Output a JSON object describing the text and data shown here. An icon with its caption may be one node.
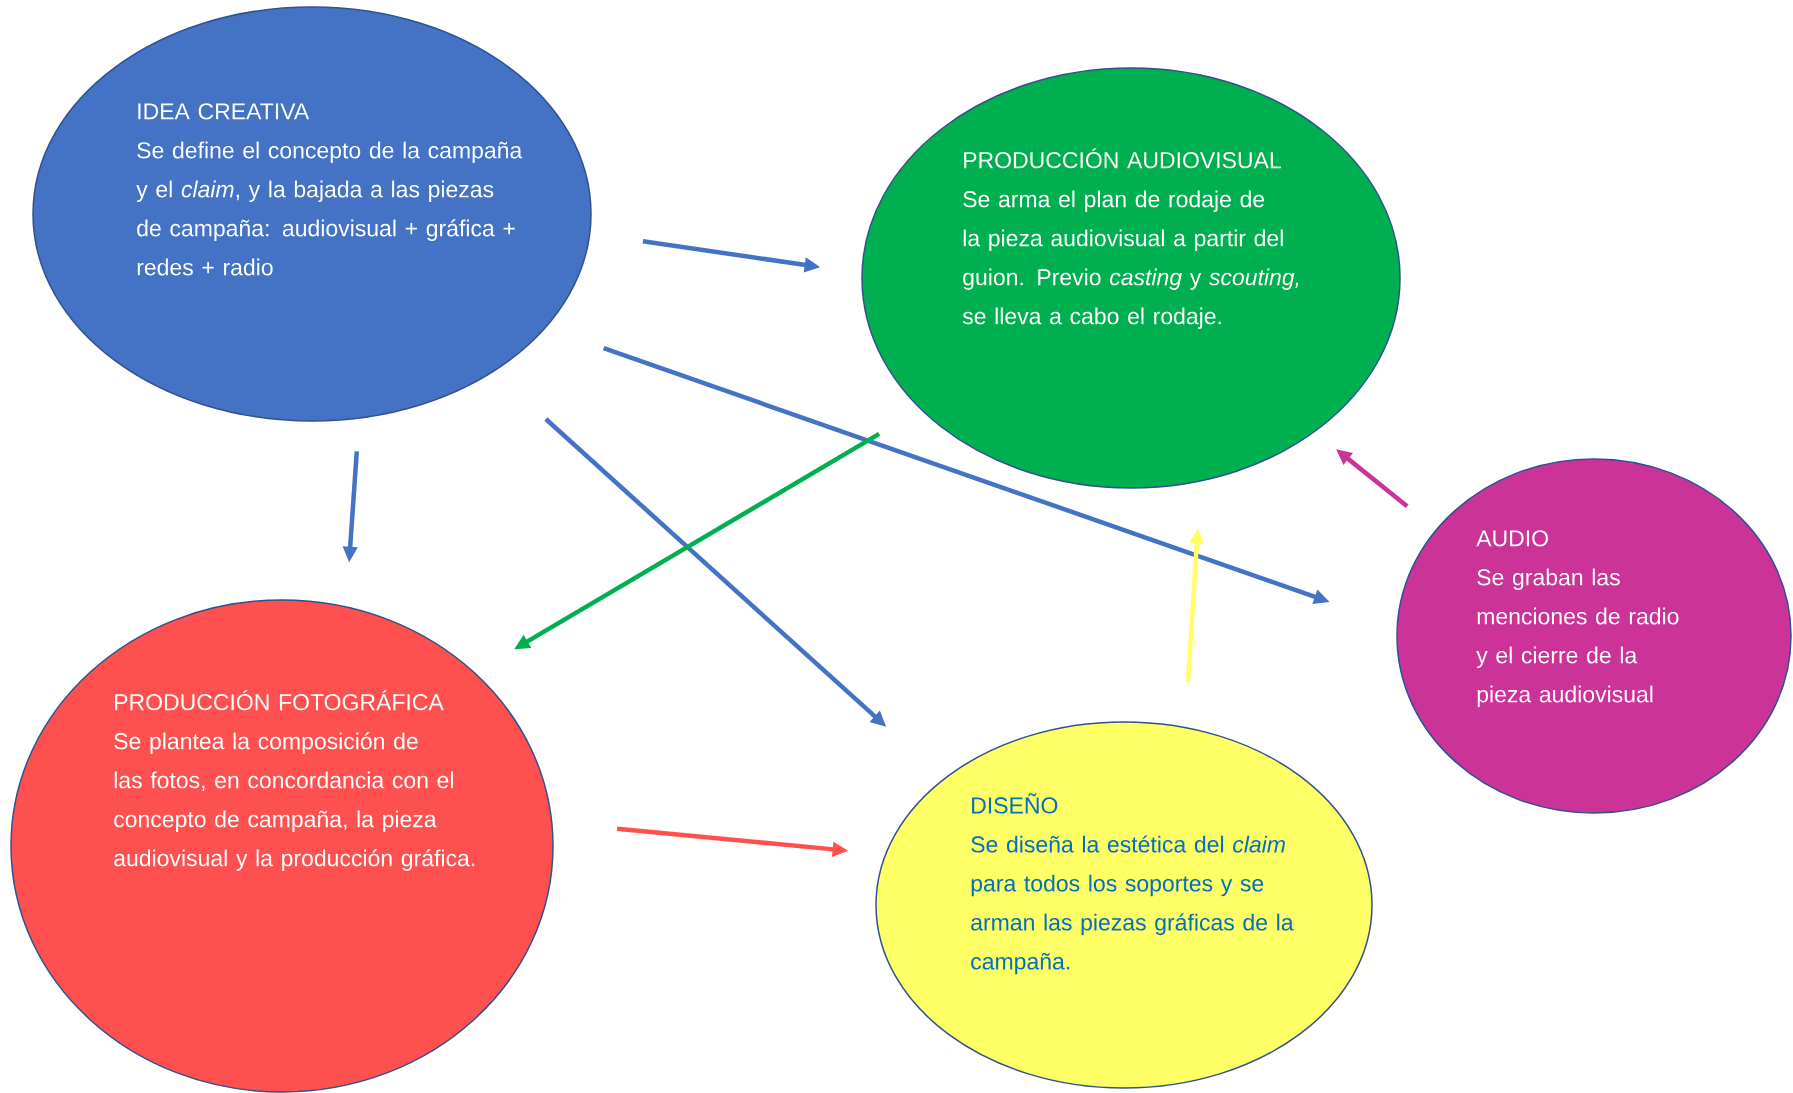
{
  "diagram": {
    "nodes": [
      {
        "text": [
          "IDEA CREATIVA",
          "Se define el concepto de la campaña y el *claim*, y la bajada a las piezas de campaña:  audiovisual + gráfica + redes + radio"
        ]
      },
      {
        "text": [
          "PRODUCCIÓN AUDIOVISUAL",
          "Se arma el plan de rodaje de la pieza audiovisual a partir del guion. Previo *casting* y *scouting,* se lleva a cabo el rodaje."
        ]
      },
      {
        "text": [
          "AUDIO",
          "Se graban las menciones de radio y el cierre de la pieza audiovisual"
        ]
      },
      {
        "text": [
          "PRODUCCIÓN FOTOGRÁFICA",
          "Se plantea la composición de las fotos, en concordancia con el concepto de campaña, la pieza audiovisual y la producción gráfica."
        ]
      },
      {
        "text": [
          "DISEÑO",
          "Se diseña la estética del *claim* para todos los soportes y se arman las piezas gráficas de la campaña."
        ]
      }
    ],
    "edges": [
      {
        "from": 0,
        "to": 1,
        "arrow": "to"
      },
      {
        "from": 0,
        "to": 2,
        "arrow": "to"
      },
      {
        "from": 0,
        "to": 3,
        "arrow": "to"
      },
      {
        "from": 0,
        "to": 4,
        "arrow": "to"
      },
      {
        "from": 1,
        "to": 3,
        "arrow": "to",
        "color": "#00b050"
      },
      {
        "from": 3,
        "to": 4,
        "arrow": "to",
        "color": "#ff5050"
      },
      {
        "from": 4,
        "to": 1,
        "arrow": "to",
        "color": "#ffff66"
      },
      {
        "from": 2,
        "to": 1,
        "arrow": "to",
        "color": "#cc3399"
      }
    ]
  }
}
